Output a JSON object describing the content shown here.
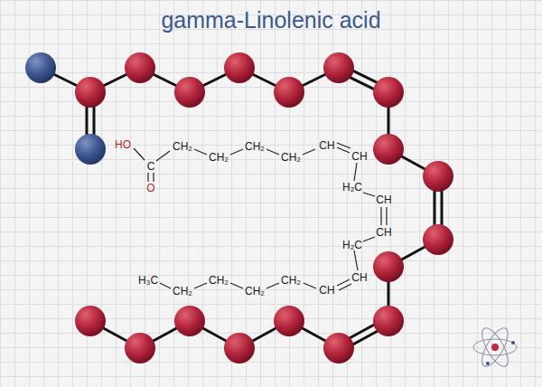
{
  "diagram": {
    "title": "gamma-Linolenic acid",
    "labels": [
      "HO",
      "C",
      "O",
      "CH₂",
      "CH₂",
      "CH₂",
      "CH₂",
      "CH",
      "CH",
      "H₂C",
      "CH",
      "CH",
      "H₂C",
      "CH",
      "CH",
      "H₃C",
      "CH₂",
      "CH₂",
      "CH₂",
      "CH₂"
    ]
  }
}
